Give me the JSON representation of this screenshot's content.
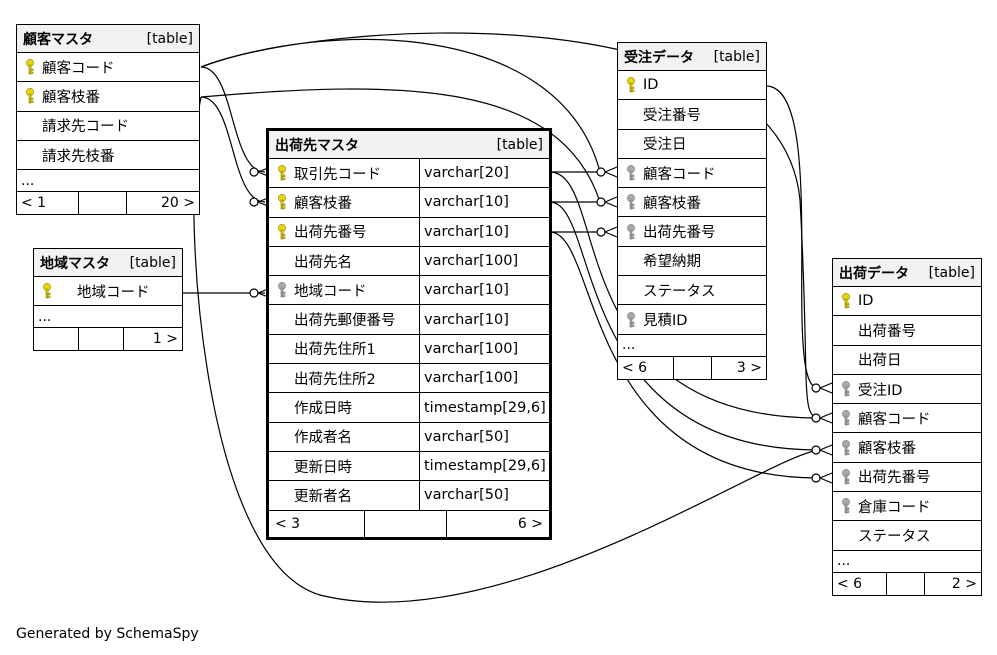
{
  "tables": {
    "kokyaku": {
      "name": "顧客マスタ",
      "tag": "[table]",
      "columns": [
        {
          "name": "顧客コード",
          "key": "pk"
        },
        {
          "name": "顧客枝番",
          "key": "pk"
        },
        {
          "name": "請求先コード",
          "key": "none"
        },
        {
          "name": "請求先枝番",
          "key": "none"
        }
      ],
      "more": "...",
      "nav": {
        "left": "< 1",
        "right": "20 >"
      }
    },
    "chiiki": {
      "name": "地域マスタ",
      "tag": "[table]",
      "columns": [
        {
          "name": "地域コード",
          "key": "pk"
        }
      ],
      "more": "...",
      "nav": {
        "left": "",
        "right": "1 >"
      }
    },
    "shukkasaki": {
      "name": "出荷先マスタ",
      "tag": "[table]",
      "columns": [
        {
          "name": "取引先コード",
          "type": "varchar[20]",
          "key": "pk"
        },
        {
          "name": "顧客枝番",
          "type": "varchar[10]",
          "key": "pk"
        },
        {
          "name": "出荷先番号",
          "type": "varchar[10]",
          "key": "pk"
        },
        {
          "name": "出荷先名",
          "type": "varchar[100]",
          "key": "none"
        },
        {
          "name": "地域コード",
          "type": "varchar[10]",
          "key": "fk"
        },
        {
          "name": "出荷先郵便番号",
          "type": "varchar[10]",
          "key": "none"
        },
        {
          "name": "出荷先住所1",
          "type": "varchar[100]",
          "key": "none"
        },
        {
          "name": "出荷先住所2",
          "type": "varchar[100]",
          "key": "none"
        },
        {
          "name": "作成日時",
          "type": "timestamp[29,6]",
          "key": "none"
        },
        {
          "name": "作成者名",
          "type": "varchar[50]",
          "key": "none"
        },
        {
          "name": "更新日時",
          "type": "timestamp[29,6]",
          "key": "none"
        },
        {
          "name": "更新者名",
          "type": "varchar[50]",
          "key": "none"
        }
      ],
      "nav": {
        "left": "< 3",
        "right": "6 >"
      }
    },
    "juchu": {
      "name": "受注データ",
      "tag": "[table]",
      "columns": [
        {
          "name": "ID",
          "key": "pk"
        },
        {
          "name": "受注番号",
          "key": "none"
        },
        {
          "name": "受注日",
          "key": "none"
        },
        {
          "name": "顧客コード",
          "key": "fk"
        },
        {
          "name": "顧客枝番",
          "key": "fk"
        },
        {
          "name": "出荷先番号",
          "key": "fk"
        },
        {
          "name": "希望納期",
          "key": "none"
        },
        {
          "name": "ステータス",
          "key": "none"
        },
        {
          "name": "見積ID",
          "key": "fk"
        }
      ],
      "more": "...",
      "nav": {
        "left": "< 6",
        "right": "3 >"
      }
    },
    "shukka": {
      "name": "出荷データ",
      "tag": "[table]",
      "columns": [
        {
          "name": "ID",
          "key": "pk"
        },
        {
          "name": "出荷番号",
          "key": "none"
        },
        {
          "name": "出荷日",
          "key": "none"
        },
        {
          "name": "受注ID",
          "key": "fk"
        },
        {
          "name": "顧客コード",
          "key": "fk"
        },
        {
          "name": "顧客枝番",
          "key": "fk"
        },
        {
          "name": "出荷先番号",
          "key": "fk"
        },
        {
          "name": "倉庫コード",
          "key": "fk"
        },
        {
          "name": "ステータス",
          "key": "none"
        }
      ],
      "more": "...",
      "nav": {
        "left": "< 6",
        "right": "2 >"
      }
    }
  },
  "colors": {
    "pk_key": "#e8d800",
    "fk_key": "#aaaaaa",
    "header_bg": "#f2f2f2"
  },
  "footer": "Generated by SchemaSpy"
}
